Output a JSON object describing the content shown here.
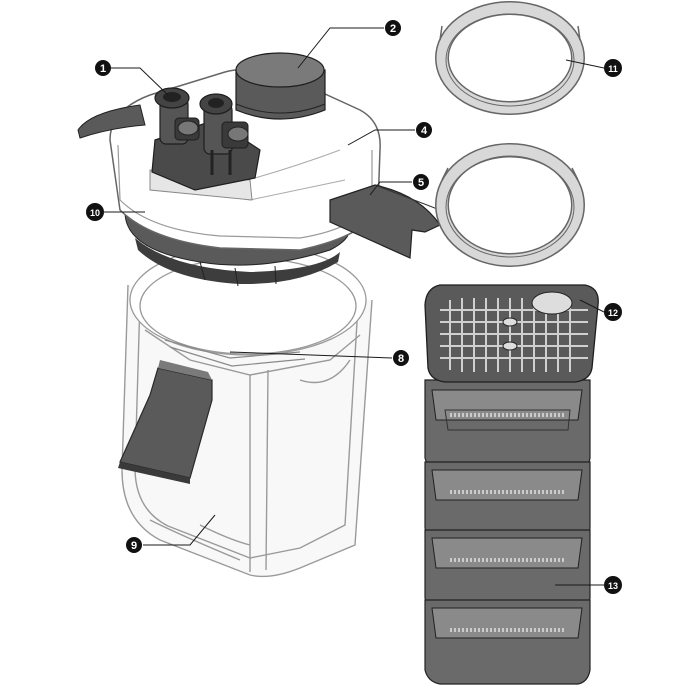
{
  "callouts": [
    {
      "id": "c1",
      "label": "1"
    },
    {
      "id": "c2",
      "label": "2"
    },
    {
      "id": "c4",
      "label": "4"
    },
    {
      "id": "c5",
      "label": "5"
    },
    {
      "id": "c8",
      "label": "8"
    },
    {
      "id": "c9",
      "label": "9"
    },
    {
      "id": "c10",
      "label": "10"
    },
    {
      "id": "c11",
      "label": "11"
    },
    {
      "id": "c12",
      "label": "12"
    },
    {
      "id": "c13",
      "label": "13"
    }
  ],
  "colors": {
    "line": "#1a1a1a",
    "dark": "#4a4a4a",
    "mid": "#7a7a7a",
    "light": "#cfcfcf",
    "faint": "#e8e8e8",
    "badge": "#111111"
  }
}
